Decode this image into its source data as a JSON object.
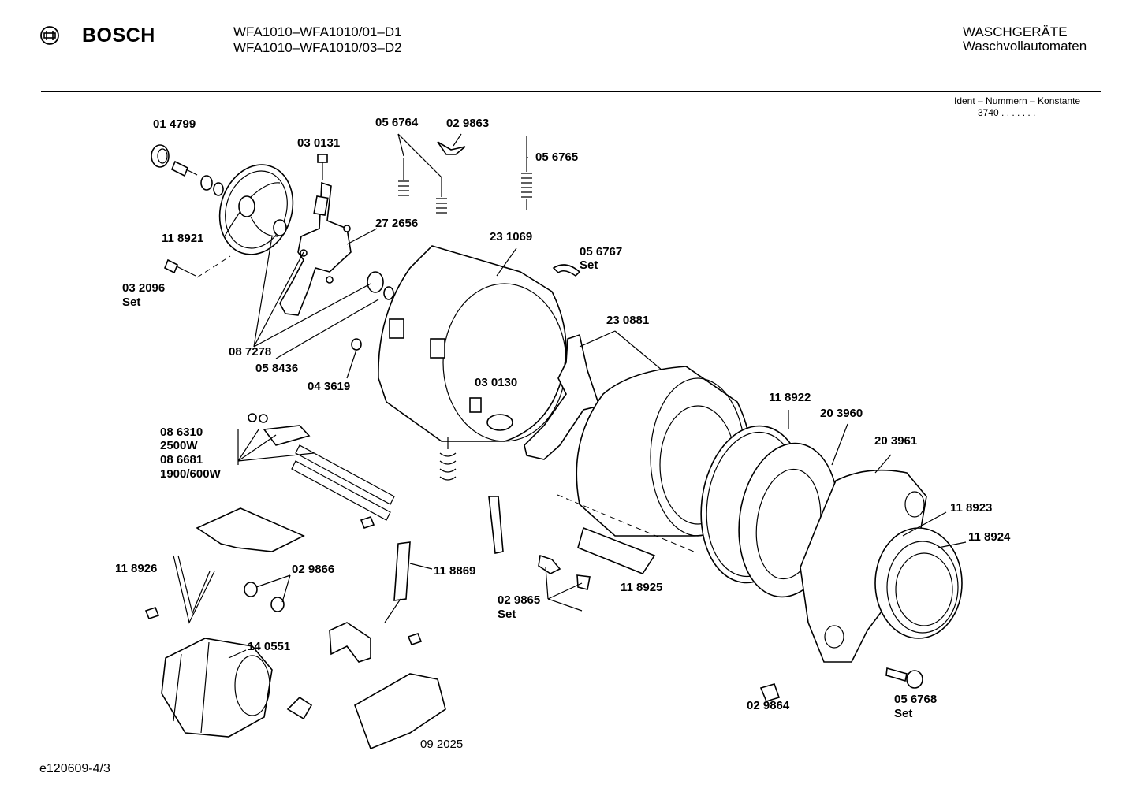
{
  "header": {
    "brand": "BOSCH",
    "model_line_1": "WFA1010–WFA1010/01–D1",
    "model_line_2": "WFA1010–WFA1010/03–D2",
    "category_line_1": "WASCHGERÄTE",
    "category_line_2": "Waschvollautomaten",
    "ident_title": "Ident – Nummern – Konstante",
    "ident_value": "3740 . . . . . . ."
  },
  "footer": {
    "doc_code": "e120609-4/3"
  },
  "labels": {
    "p014799": "01 4799",
    "p030131": "03 0131",
    "p056764": "05 6764",
    "p029863": "02 9863",
    "p056765": "05 6765",
    "p118921": "11 8921",
    "p272656": "27 2656",
    "p231069": "23 1069",
    "p056767": "05 6767",
    "p056767_set": "Set",
    "p032096": "03 2096",
    "p032096_set": "Set",
    "p230881": "23 0881",
    "p087278": "08 7278",
    "p058436": "05 8436",
    "p043619": "04 3619",
    "p030130": "03 0130",
    "p118922": "11 8922",
    "p203960": "20 3960",
    "p203961": "20 3961",
    "p086310": "08 6310",
    "p086310_w": "2500W",
    "p086681": "08 6681",
    "p086681_w": "1900/600W",
    "p118923": "11 8923",
    "p118924": "11 8924",
    "p118926": "11 8926",
    "p029866": "02 9866",
    "p118869": "11 8869",
    "p029865": "02 9865",
    "p029865_set": "Set",
    "p118925": "11 8925",
    "p140551": "14 0551",
    "p029864": "02 9864",
    "p056768": "05 6768",
    "p056768_set": "Set",
    "p092025": "09 2025"
  },
  "icons": {
    "brand_logo": "bosch-armature-logo"
  }
}
